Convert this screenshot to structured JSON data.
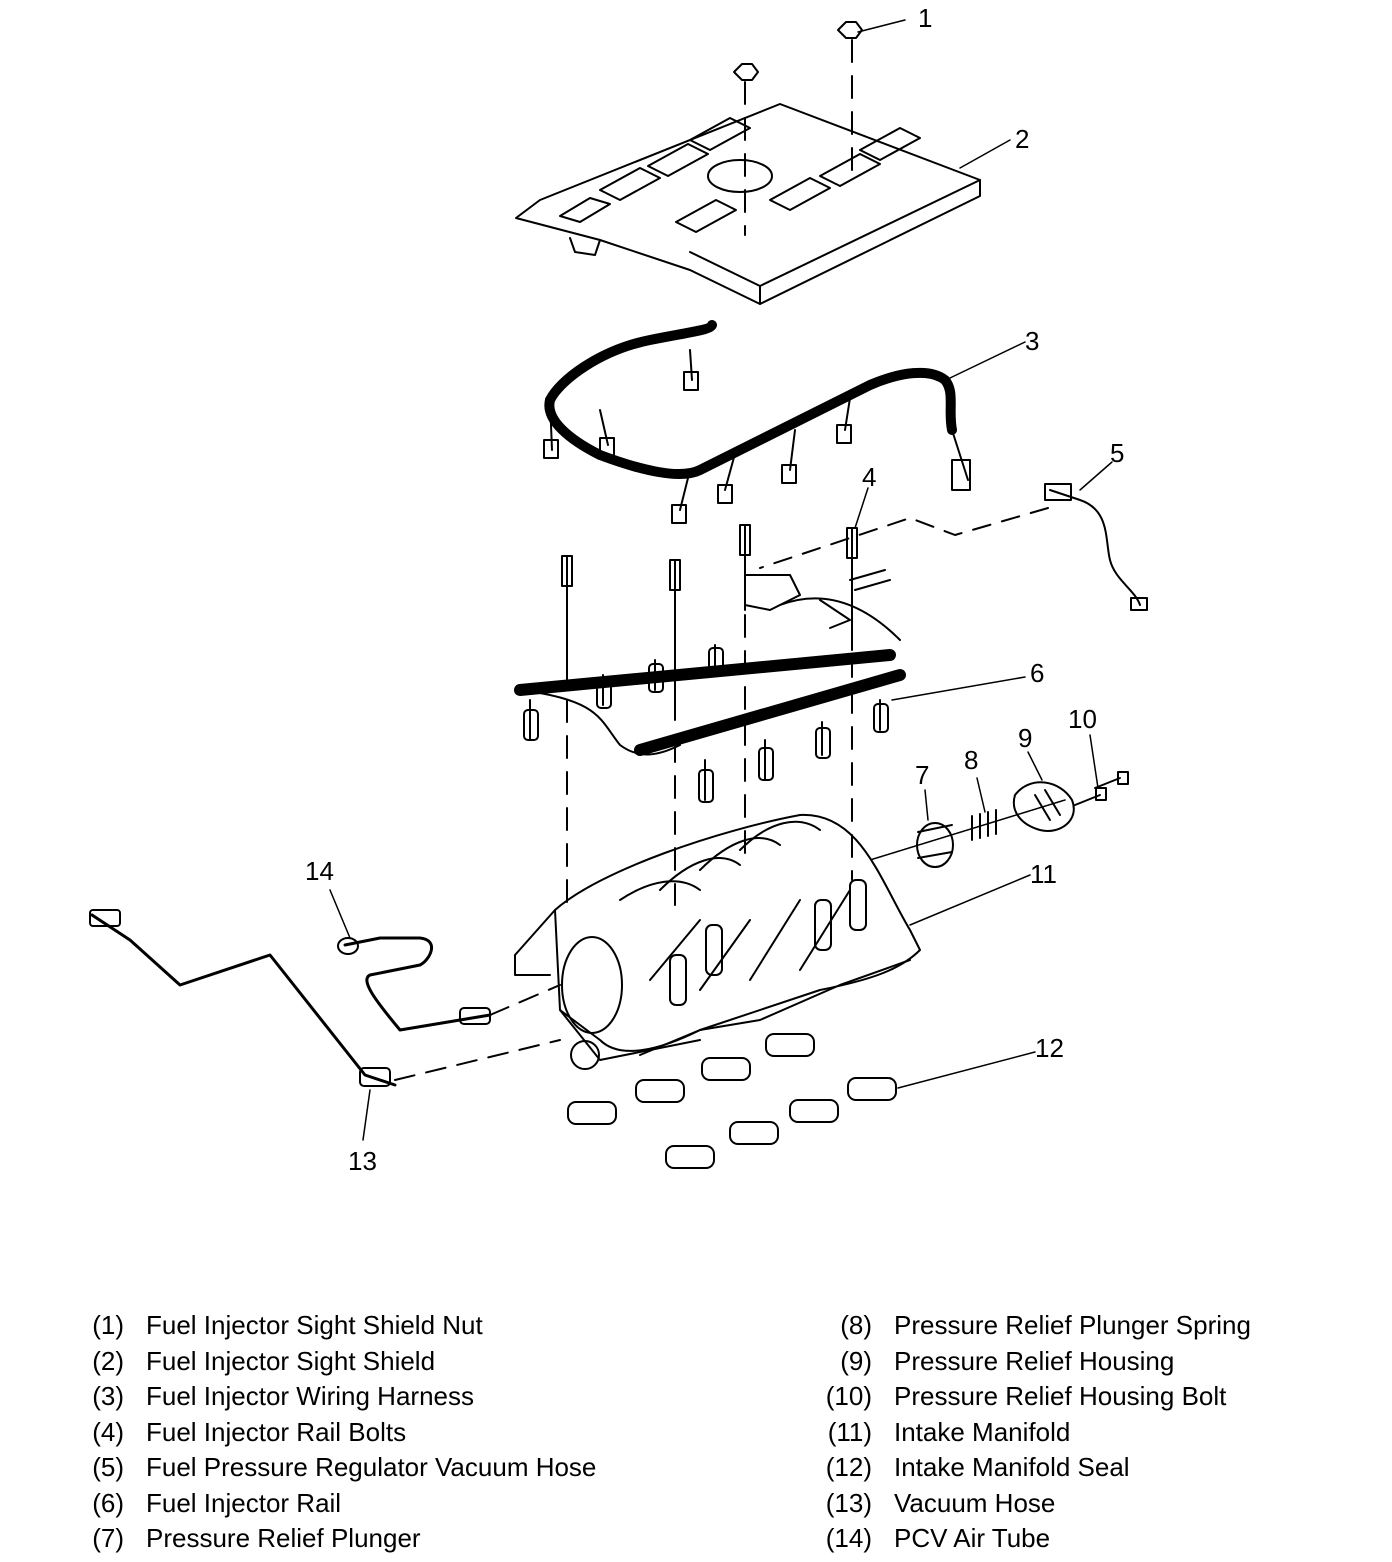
{
  "callouts": [
    "1",
    "2",
    "3",
    "4",
    "5",
    "6",
    "7",
    "8",
    "9",
    "10",
    "11",
    "12",
    "13",
    "14"
  ],
  "legend": {
    "left": [
      {
        "num": "(1)",
        "label": "Fuel Injector Sight Shield Nut"
      },
      {
        "num": "(2)",
        "label": "Fuel Injector Sight Shield"
      },
      {
        "num": "(3)",
        "label": "Fuel Injector Wiring Harness"
      },
      {
        "num": "(4)",
        "label": "Fuel Injector Rail Bolts"
      },
      {
        "num": "(5)",
        "label": "Fuel Pressure Regulator Vacuum Hose"
      },
      {
        "num": "(6)",
        "label": "Fuel Injector Rail"
      },
      {
        "num": "(7)",
        "label": "Pressure Relief Plunger"
      }
    ],
    "right": [
      {
        "num": "(8)",
        "label": "Pressure Relief Plunger Spring"
      },
      {
        "num": "(9)",
        "label": "Pressure Relief Housing"
      },
      {
        "num": "(10)",
        "label": "Pressure Relief Housing Bolt"
      },
      {
        "num": "(11)",
        "label": "Intake Manifold"
      },
      {
        "num": "(12)",
        "label": "Intake Manifold Seal"
      },
      {
        "num": "(13)",
        "label": "Vacuum Hose"
      },
      {
        "num": "(14)",
        "label": "PCV Air Tube"
      }
    ]
  }
}
